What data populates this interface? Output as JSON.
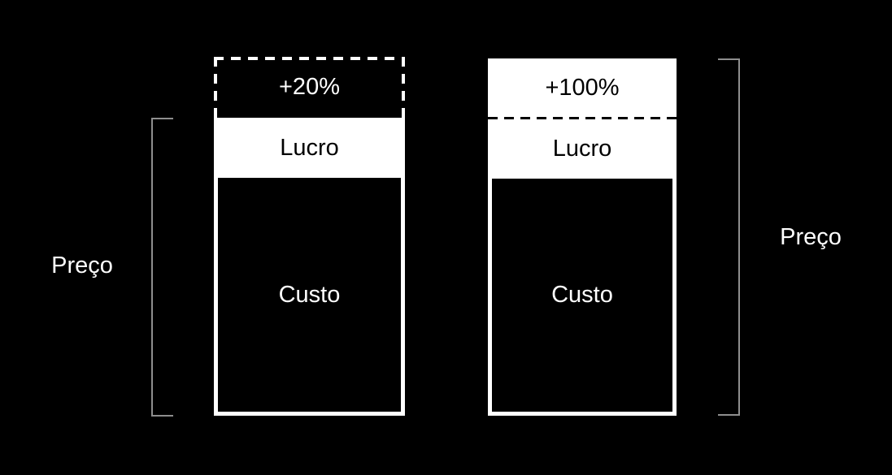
{
  "canvas": {
    "background": "#000000"
  },
  "colors": {
    "foreground": "#ffffff",
    "ink": "#000000",
    "bracket": "#8e8e8e"
  },
  "left_group": {
    "bracket_label": "Preço",
    "increase_label": "+20%",
    "profit_label": "Lucro",
    "cost_label": "Custo",
    "increase_style": "dashed-white-outline-above-bar"
  },
  "right_group": {
    "bracket_label": "Preço",
    "increase_label": "+100%",
    "profit_label": "Lucro",
    "cost_label": "Custo",
    "increase_style": "solid-white-extension-with-dashed-divider"
  },
  "chart_data": {
    "type": "bar",
    "subtype": "stacked-schematic",
    "bars": [
      {
        "segments_bottom_to_top": [
          {
            "label": "Custo",
            "fill": "black",
            "relative_height": 0.6
          },
          {
            "label": "Lucro",
            "fill": "white",
            "relative_height": 0.15
          },
          {
            "label": "+20%",
            "fill": "dashed-outline",
            "relative_height": 0.15
          }
        ],
        "bracket": {
          "label": "Preço",
          "side": "left",
          "covers": "Lucro+Custo"
        }
      },
      {
        "segments_bottom_to_top": [
          {
            "label": "Custo",
            "fill": "black",
            "relative_height": 0.6
          },
          {
            "label": "Lucro",
            "fill": "white",
            "relative_height": 0.15
          },
          {
            "label": "+100%",
            "fill": "white",
            "relative_height": 0.15
          }
        ],
        "bracket": {
          "label": "Preço",
          "side": "right",
          "covers": "+100%+Lucro+Custo"
        }
      }
    ],
    "title": "",
    "xlabel": "",
    "ylabel": "",
    "legend": null,
    "grid": false
  }
}
